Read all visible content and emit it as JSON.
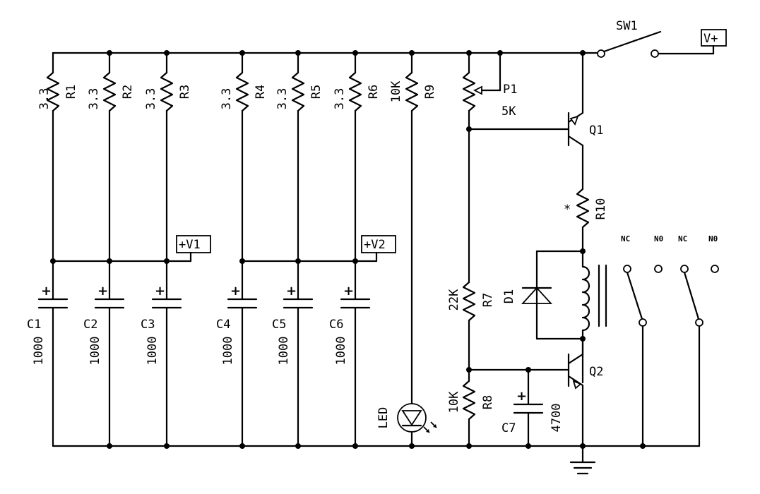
{
  "labels": {
    "sw1": "SW1",
    "vplus": "V+",
    "v1": "+V1",
    "v2": "+V2",
    "r1": "R1",
    "r1_val": "3.3",
    "r2": "R2",
    "r2_val": "3.3",
    "r3": "R3",
    "r3_val": "3.3",
    "r4": "R4",
    "r4_val": "3.3",
    "r5": "R5",
    "r5_val": "3.3",
    "r6": "R6",
    "r6_val": "3.3",
    "r9": "R9",
    "r9_val": "10K",
    "p1": "P1",
    "p1_val": "5K",
    "q1": "Q1",
    "q2": "Q2",
    "r10": "R10",
    "r10_mark": "*",
    "d1": "D1",
    "r7": "R7",
    "r7_val": "22K",
    "r8": "R8",
    "r8_val": "10K",
    "c7": "C7",
    "c7_val": "4700",
    "led": "LED",
    "c1": "C1",
    "c1_val": "1000",
    "c2": "C2",
    "c2_val": "1000",
    "c3": "C3",
    "c3_val": "1000",
    "c4": "C4",
    "c4_val": "1000",
    "c5": "C5",
    "c5_val": "1000",
    "c6": "C6",
    "c6_val": "1000",
    "nc1": "NC",
    "no1": "N0",
    "nc2": "NC",
    "no2": "N0",
    "plus": "+"
  }
}
